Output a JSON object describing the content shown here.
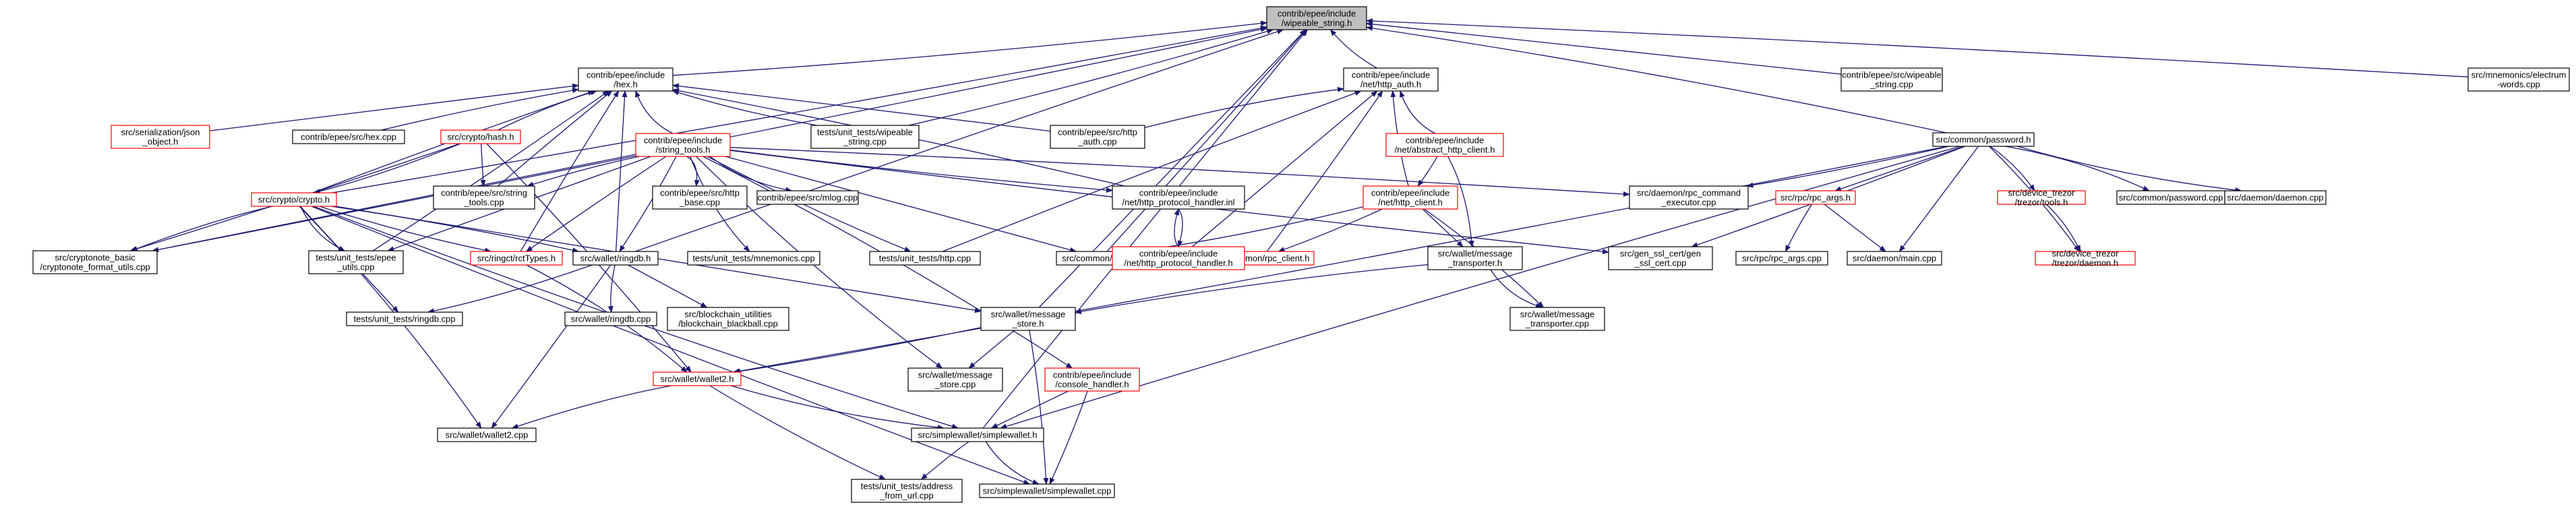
{
  "graph": {
    "edge_color": "#191970",
    "focus_fill": "#bfbfbf",
    "red_border": "#ff0000",
    "nodes": [
      {
        "id": "wipeable",
        "lines": [
          "contrib/epee/include",
          "/wipeable_string.h"
        ],
        "style": "focus"
      },
      {
        "id": "hex_h",
        "lines": [
          "contrib/epee/include",
          "/hex.h"
        ],
        "style": "black"
      },
      {
        "id": "http_auth_h",
        "lines": [
          "contrib/epee/include",
          "/net/http_auth.h"
        ],
        "style": "black"
      },
      {
        "id": "wipeable_cpp",
        "lines": [
          "contrib/epee/src/wipeable",
          "_string.cpp"
        ],
        "style": "black"
      },
      {
        "id": "electrum_cpp",
        "lines": [
          "src/mnemonics/electrum",
          "-words.cpp"
        ],
        "style": "black"
      },
      {
        "id": "json_object_h",
        "lines": [
          "src/serialization/json",
          "_object.h"
        ],
        "style": "red"
      },
      {
        "id": "hex_cpp",
        "lines": [
          "contrib/epee/src/hex.cpp"
        ],
        "style": "black"
      },
      {
        "id": "hash_h",
        "lines": [
          "src/crypto/hash.h"
        ],
        "style": "red"
      },
      {
        "id": "string_tools_h",
        "lines": [
          "contrib/epee/include",
          "/string_tools.h"
        ],
        "style": "red"
      },
      {
        "id": "ut_wipeable_cpp",
        "lines": [
          "tests/unit_tests/wipeable",
          "_string.cpp"
        ],
        "style": "black"
      },
      {
        "id": "http_auth_cpp",
        "lines": [
          "contrib/epee/src/http",
          "_auth.cpp"
        ],
        "style": "black"
      },
      {
        "id": "abstract_http_client_h",
        "lines": [
          "contrib/epee/include",
          "/net/abstract_http_client.h"
        ],
        "style": "red"
      },
      {
        "id": "password_h",
        "lines": [
          "src/common/password.h"
        ],
        "style": "black"
      },
      {
        "id": "crypto_h",
        "lines": [
          "src/crypto/crypto.h"
        ],
        "style": "red"
      },
      {
        "id": "string_tools_cpp",
        "lines": [
          "contrib/epee/src/string",
          "_tools.cpp"
        ],
        "style": "black"
      },
      {
        "id": "http_base_cpp",
        "lines": [
          "contrib/epee/src/http",
          "_base.cpp"
        ],
        "style": "black"
      },
      {
        "id": "mlog_cpp",
        "lines": [
          "contrib/epee/src/mlog.cpp"
        ],
        "style": "black"
      },
      {
        "id": "http_client_h",
        "lines": [
          "contrib/epee/include",
          "/net/http_client.h"
        ],
        "style": "red"
      },
      {
        "id": "http_protocol_handler_inl",
        "lines": [
          "contrib/epee/include",
          "/net/http_protocol_handler.inl"
        ],
        "style": "black"
      },
      {
        "id": "rpc_command_executor_cpp",
        "lines": [
          "src/daemon/rpc_command",
          "_executor.cpp"
        ],
        "style": "black"
      },
      {
        "id": "rpc_args_h",
        "lines": [
          "src/rpc/rpc_args.h"
        ],
        "style": "red"
      },
      {
        "id": "trezor_tools_h",
        "lines": [
          "src/device_trezor",
          "/trezor/tools.h"
        ],
        "style": "red"
      },
      {
        "id": "password_cpp",
        "lines": [
          "src/common/password.cpp"
        ],
        "style": "black"
      },
      {
        "id": "daemon_cpp",
        "lines": [
          "src/daemon/daemon.cpp"
        ],
        "style": "black"
      },
      {
        "id": "cryptonote_format_utils_cpp",
        "lines": [
          "src/cryptonote_basic",
          "/cryptonote_format_utils.cpp"
        ],
        "style": "black"
      },
      {
        "id": "ut_epee_utils_cpp",
        "lines": [
          "tests/unit_tests/epee",
          "_utils.cpp"
        ],
        "style": "black"
      },
      {
        "id": "rctTypes_h",
        "lines": [
          "src/ringct/rctTypes.h"
        ],
        "style": "red"
      },
      {
        "id": "ringdb_h",
        "lines": [
          "src/wallet/ringdb.h"
        ],
        "style": "black"
      },
      {
        "id": "ut_mnemonics_cpp",
        "lines": [
          "tests/unit_tests/mnemonics.cpp"
        ],
        "style": "black"
      },
      {
        "id": "ut_http_cpp",
        "lines": [
          "tests/unit_tests/http.cpp"
        ],
        "style": "black"
      },
      {
        "id": "util_cpp",
        "lines": [
          "src/common/util.cpp"
        ],
        "style": "black"
      },
      {
        "id": "rpc_client_h",
        "lines": [
          "src/common/rpc_client.h"
        ],
        "style": "red"
      },
      {
        "id": "message_transporter_h",
        "lines": [
          "src/wallet/message",
          "_transporter.h"
        ],
        "style": "black"
      },
      {
        "id": "gen_ssl_cert_cpp",
        "lines": [
          "src/gen_ssl_cert/gen",
          "_ssl_cert.cpp"
        ],
        "style": "black"
      },
      {
        "id": "rpc_args_cpp",
        "lines": [
          "src/rpc/rpc_args.cpp"
        ],
        "style": "black"
      },
      {
        "id": "daemon_main_cpp",
        "lines": [
          "src/daemon/main.cpp"
        ],
        "style": "black"
      },
      {
        "id": "trezor_daemon_h",
        "lines": [
          "src/device_trezor",
          "/trezor/daemon.h"
        ],
        "style": "red"
      },
      {
        "id": "http_protocol_handler_h",
        "lines": [
          "contrib/epee/include",
          "/net/http_protocol_handler.h"
        ],
        "style": "red"
      },
      {
        "id": "ut_ringdb_cpp",
        "lines": [
          "tests/unit_tests/ringdb.cpp"
        ],
        "style": "black"
      },
      {
        "id": "ringdb_cpp",
        "lines": [
          "src/wallet/ringdb.cpp"
        ],
        "style": "black"
      },
      {
        "id": "blockchain_blackball_cpp",
        "lines": [
          "src/blockchain_utilities",
          "/blockchain_blackball.cpp"
        ],
        "style": "black"
      },
      {
        "id": "message_store_h",
        "lines": [
          "src/wallet/message",
          "_store.h"
        ],
        "style": "black"
      },
      {
        "id": "message_transporter_cpp",
        "lines": [
          "src/wallet/message",
          "_transporter.cpp"
        ],
        "style": "black"
      },
      {
        "id": "wallet2_h",
        "lines": [
          "src/wallet/wallet2.h"
        ],
        "style": "red"
      },
      {
        "id": "message_store_cpp",
        "lines": [
          "src/wallet/message",
          "_store.cpp"
        ],
        "style": "black"
      },
      {
        "id": "console_handler_h",
        "lines": [
          "contrib/epee/include",
          "/console_handler.h"
        ],
        "style": "red"
      },
      {
        "id": "wallet2_cpp",
        "lines": [
          "src/wallet/wallet2.cpp"
        ],
        "style": "black"
      },
      {
        "id": "simplewallet_h",
        "lines": [
          "src/simplewallet/simplewallet.h"
        ],
        "style": "black"
      },
      {
        "id": "ut_address_from_url_cpp",
        "lines": [
          "tests/unit_tests/address",
          "_from_url.cpp"
        ],
        "style": "black"
      },
      {
        "id": "simplewallet_cpp",
        "lines": [
          "src/simplewallet/simplewallet.cpp"
        ],
        "style": "black"
      }
    ],
    "edges": [
      [
        "hex_h",
        "wipeable"
      ],
      [
        "http_auth_h",
        "wipeable"
      ],
      [
        "wipeable_cpp",
        "wipeable"
      ],
      [
        "electrum_cpp",
        "wipeable"
      ],
      [
        "password_h",
        "wipeable"
      ],
      [
        "ut_wipeable_cpp",
        "wipeable"
      ],
      [
        "crypto_h",
        "wipeable"
      ],
      [
        "util_cpp",
        "wipeable"
      ],
      [
        "ringdb_h",
        "wipeable"
      ],
      [
        "message_store_h",
        "wipeable"
      ],
      [
        "simplewallet_h",
        "wipeable"
      ],
      [
        "cryptonote_format_utils_cpp",
        "wipeable"
      ],
      [
        "json_object_h",
        "hex_h"
      ],
      [
        "hex_cpp",
        "hex_h"
      ],
      [
        "hash_h",
        "hex_h"
      ],
      [
        "string_tools_h",
        "hex_h"
      ],
      [
        "ut_wipeable_cpp",
        "hex_h"
      ],
      [
        "http_auth_cpp",
        "hex_h"
      ],
      [
        "crypto_h",
        "hex_h"
      ],
      [
        "string_tools_cpp",
        "hex_h"
      ],
      [
        "ut_epee_utils_cpp",
        "hex_h"
      ],
      [
        "rctTypes_h",
        "hex_h"
      ],
      [
        "ringdb_h",
        "hex_h"
      ],
      [
        "http_protocol_handler_inl",
        "hex_h"
      ],
      [
        "http_auth_cpp",
        "http_auth_h"
      ],
      [
        "abstract_http_client_h",
        "http_auth_h"
      ],
      [
        "http_client_h",
        "http_auth_h"
      ],
      [
        "http_protocol_handler_h",
        "http_auth_h"
      ],
      [
        "ut_http_cpp",
        "http_auth_h"
      ],
      [
        "rpc_client_h",
        "http_auth_h"
      ],
      [
        "hash_h",
        "crypto_h"
      ],
      [
        "hash_h",
        "cryptonote_format_utils_cpp"
      ],
      [
        "hash_h",
        "string_tools_cpp"
      ],
      [
        "hash_h",
        "wallet2_h"
      ],
      [
        "crypto_h",
        "cryptonote_format_utils_cpp"
      ],
      [
        "crypto_h",
        "ut_epee_utils_cpp"
      ],
      [
        "crypto_h",
        "rctTypes_h"
      ],
      [
        "crypto_h",
        "ut_ringdb_cpp"
      ],
      [
        "crypto_h",
        "ringdb_h"
      ],
      [
        "crypto_h",
        "wallet2_cpp"
      ],
      [
        "crypto_h",
        "simplewallet_h"
      ],
      [
        "crypto_h",
        "simplewallet_cpp"
      ],
      [
        "crypto_h",
        "message_store_h"
      ],
      [
        "string_tools_h",
        "string_tools_cpp"
      ],
      [
        "string_tools_h",
        "http_base_cpp"
      ],
      [
        "string_tools_h",
        "mlog_cpp"
      ],
      [
        "string_tools_h",
        "http_protocol_handler_inl"
      ],
      [
        "string_tools_h",
        "ut_epee_utils_cpp"
      ],
      [
        "string_tools_h",
        "rctTypes_h"
      ],
      [
        "string_tools_h",
        "ringdb_h"
      ],
      [
        "string_tools_h",
        "ut_mnemonics_cpp"
      ],
      [
        "string_tools_h",
        "ut_http_cpp"
      ],
      [
        "string_tools_h",
        "util_cpp"
      ],
      [
        "string_tools_h",
        "rpc_command_executor_cpp"
      ],
      [
        "string_tools_h",
        "console_handler_h"
      ],
      [
        "string_tools_h",
        "message_store_cpp"
      ],
      [
        "string_tools_h",
        "gen_ssl_cert_cpp"
      ],
      [
        "string_tools_h",
        "cryptonote_format_utils_cpp"
      ],
      [
        "abstract_http_client_h",
        "http_client_h"
      ],
      [
        "abstract_http_client_h",
        "message_transporter_h"
      ],
      [
        "http_client_h",
        "util_cpp"
      ],
      [
        "http_client_h",
        "rpc_client_h"
      ],
      [
        "http_client_h",
        "message_transporter_h"
      ],
      [
        "http_client_h",
        "message_transporter_cpp"
      ],
      [
        "http_protocol_handler_inl",
        "http_protocol_handler_h"
      ],
      [
        "http_protocol_handler_h",
        "http_protocol_handler_inl"
      ],
      [
        "password_h",
        "rpc_command_executor_cpp"
      ],
      [
        "password_h",
        "rpc_args_h"
      ],
      [
        "password_h",
        "trezor_tools_h"
      ],
      [
        "password_h",
        "password_cpp"
      ],
      [
        "password_h",
        "daemon_cpp"
      ],
      [
        "password_h",
        "gen_ssl_cert_cpp"
      ],
      [
        "password_h",
        "daemon_main_cpp"
      ],
      [
        "password_h",
        "trezor_daemon_h"
      ],
      [
        "password_h",
        "simplewallet_h"
      ],
      [
        "password_h",
        "wallet2_h"
      ],
      [
        "rpc_args_h",
        "rpc_args_cpp"
      ],
      [
        "rpc_args_h",
        "daemon_main_cpp"
      ],
      [
        "trezor_tools_h",
        "trezor_daemon_h"
      ],
      [
        "rctTypes_h",
        "wallet2_h"
      ],
      [
        "ringdb_h",
        "ut_ringdb_cpp"
      ],
      [
        "ringdb_h",
        "ringdb_cpp"
      ],
      [
        "ringdb_h",
        "blockchain_blackball_cpp"
      ],
      [
        "ringdb_h",
        "wallet2_cpp"
      ],
      [
        "message_transporter_h",
        "message_store_h"
      ],
      [
        "message_transporter_h",
        "message_transporter_cpp"
      ],
      [
        "message_store_h",
        "wallet2_h"
      ],
      [
        "message_store_h",
        "message_store_cpp"
      ],
      [
        "message_store_h",
        "simplewallet_cpp"
      ],
      [
        "wallet2_h",
        "wallet2_cpp"
      ],
      [
        "wallet2_h",
        "simplewallet_h"
      ],
      [
        "wallet2_h",
        "ut_address_from_url_cpp"
      ],
      [
        "console_handler_h",
        "simplewallet_h"
      ],
      [
        "console_handler_h",
        "simplewallet_cpp"
      ],
      [
        "simplewallet_h",
        "ut_address_from_url_cpp"
      ],
      [
        "simplewallet_h",
        "simplewallet_cpp"
      ]
    ]
  }
}
